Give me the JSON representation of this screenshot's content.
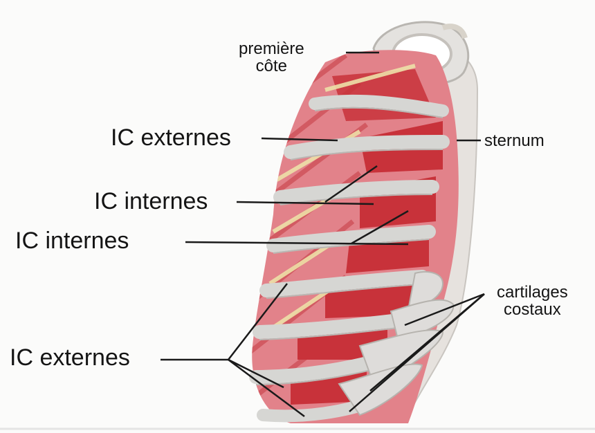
{
  "labels": {
    "premiere_cote_line1": "première",
    "premiere_cote_line2": "côte",
    "sternum": "sternum",
    "ic_externes_upper": "IC externes",
    "ic_internes_upper": "IC internes",
    "ic_internes_lower": "IC internes",
    "ic_externes_lower": "IC externes",
    "cartilages_line1": "cartilages",
    "cartilages_line2": "costaux"
  },
  "colors": {
    "background": "#ffffff",
    "muscle_red": "#c8323a",
    "muscle_pink": "#e2828a",
    "rib_grey": "#d9d9d6",
    "fat_yellow": "#eee0a8",
    "leader_line": "#1a1a1a"
  }
}
